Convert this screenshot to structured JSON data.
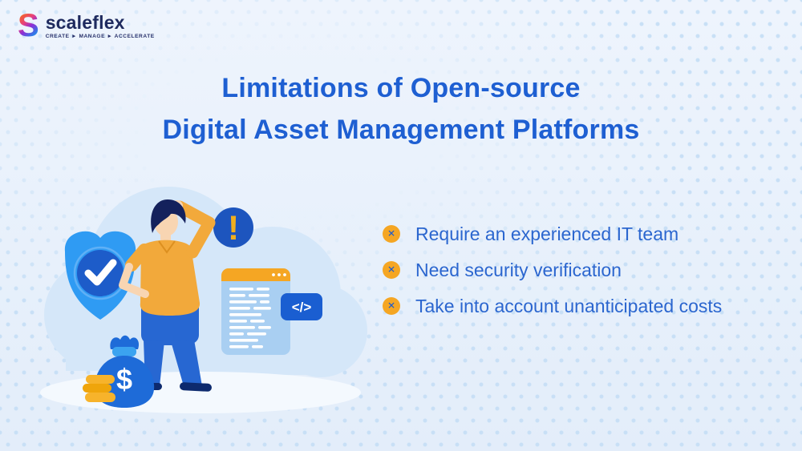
{
  "logo": {
    "monogram": "S",
    "wordmark": "scaleflex",
    "tagline": "CREATE ► MANAGE ► ACCELERATE"
  },
  "title": {
    "line1": "Limitations of Open-source",
    "line2": "Digital Asset Management Platforms"
  },
  "bullets": {
    "icon_glyph": "✕",
    "items": [
      {
        "text": "Require an experienced IT team"
      },
      {
        "text": "Need security verification"
      },
      {
        "text": "Take into account unanticipated costs"
      }
    ]
  },
  "illustration": {
    "exclamation_glyph": "!",
    "dollar_glyph": "$",
    "code_tag_glyph": "</>"
  },
  "colors": {
    "title_blue": "#1E5FD2",
    "bullet_text_blue": "#2B66CF",
    "accent_yellow": "#F5A623",
    "navy": "#1E2A5E",
    "cloud_blue": "#D5E7F9",
    "shield_blue": "#2F9BF3",
    "dark_badge_blue": "#1D55BE",
    "background": "#EAF2FC"
  }
}
